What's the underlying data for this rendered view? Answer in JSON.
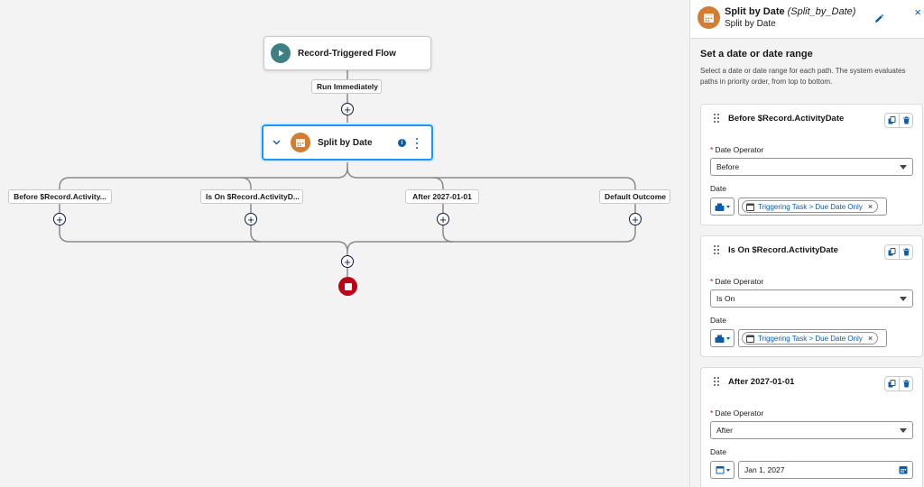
{
  "canvas": {
    "start_node": {
      "label": "Record-Triggered Flow",
      "icon": "play-icon",
      "color": "#3e7f83"
    },
    "run_label": "Run Immediately",
    "decision_node": {
      "label": "Split by Date",
      "icon": "calendar-icon",
      "color": "#d47c30",
      "info_glyph": "i"
    },
    "branches": [
      {
        "label": "Before $Record.Activity..."
      },
      {
        "label": "Is On $Record.ActivityD..."
      },
      {
        "label": "After 2027-01-01"
      },
      {
        "label": "Default Outcome"
      }
    ],
    "end_node": {
      "icon": "stop-icon",
      "color": "#ba0517"
    },
    "selection_color": "#1b96ff"
  },
  "panel": {
    "title": "Split by Date",
    "api_name": "(Split_by_Date)",
    "subtitle": "Split by Date",
    "close_glyph": "×",
    "section_title": "Set a date or date range",
    "section_desc": "Select a date or date range for each path. The system evaluates paths in priority order, from top to bottom.",
    "date_operator_label": "Date Operator",
    "date_label": "Date",
    "required_mark": "*",
    "paths": [
      {
        "title": "Before $Record.ActivityDate",
        "operator": "Before",
        "date_value": "Triggering Task > Due Date Only",
        "remove_glyph": "×"
      },
      {
        "title": "Is On $Record.ActivityDate",
        "operator": "Is On",
        "date_value": "Triggering Task > Due Date Only",
        "remove_glyph": "×"
      },
      {
        "title": "After 2027-01-01",
        "operator": "After",
        "date_value": "Jan 1, 2027"
      }
    ]
  }
}
